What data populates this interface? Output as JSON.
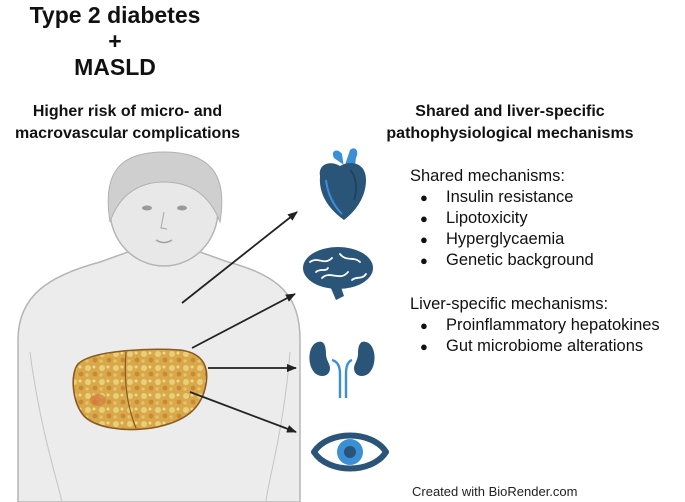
{
  "title": {
    "line1": "Type 2 diabetes",
    "plus": "+",
    "line2": "MASLD"
  },
  "left_heading": [
    "Higher risk of micro- and",
    "macrovascular complications"
  ],
  "right_heading": [
    "Shared and liver-specific",
    "pathophysiological mechanisms"
  ],
  "shared": {
    "label": "Shared mechanisms:",
    "items": [
      "Insulin resistance",
      "Lipotoxicity",
      "Hyperglycaemia",
      "Genetic background"
    ]
  },
  "liver_specific": {
    "label": "Liver-specific mechanisms:",
    "items": [
      "Proinflammatory hepatokines",
      "Gut microbiome alterations"
    ]
  },
  "organs": [
    "heart-icon",
    "brain-icon",
    "kidney-icon",
    "eye-icon"
  ],
  "credit": "Created with BioRender.com",
  "colors": {
    "organ": "#2a5478",
    "organ_accent": "#3b8fd4",
    "body_fill": "#ebebeb",
    "body_stroke": "#b4b4b4",
    "liver": "#d4a142"
  }
}
